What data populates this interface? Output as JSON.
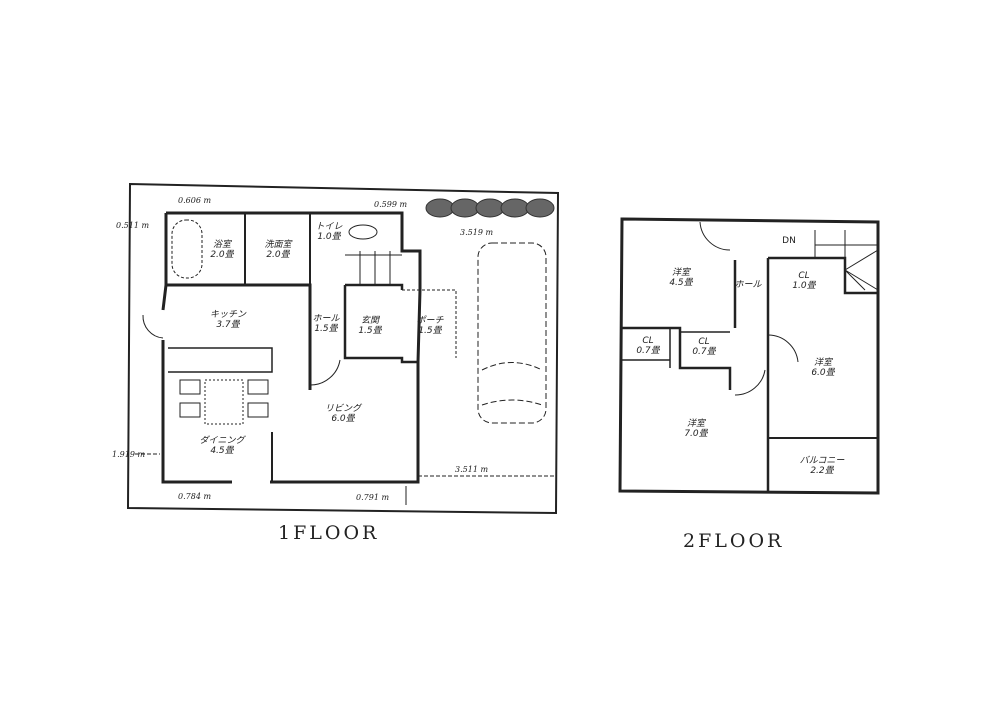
{
  "floor1": {
    "title": "1FLOOR",
    "rooms": [
      {
        "name": "浴室",
        "size": "2.0畳"
      },
      {
        "name": "洗面室",
        "size": "2.0畳"
      },
      {
        "name": "トイレ",
        "size": "1.0畳"
      },
      {
        "name": "キッチン",
        "size": "3.7畳"
      },
      {
        "name": "ホール",
        "size": "1.5畳"
      },
      {
        "name": "玄関",
        "size": "1.5畳"
      },
      {
        "name": "ポーチ",
        "size": "1.5畳"
      },
      {
        "name": "リビング",
        "size": "6.0畳"
      },
      {
        "name": "ダイニング",
        "size": "4.5畳"
      }
    ],
    "dimensions": [
      "0.606 m",
      "0.599 m",
      "0.511 m",
      "3.519 m",
      "1.919 m",
      "3.511 m",
      "0.784 m",
      "0.791 m"
    ]
  },
  "floor2": {
    "title": "2FLOOR",
    "rooms": [
      {
        "name": "洋室",
        "size": "4.5畳"
      },
      {
        "name": "CL",
        "size": "1.0畳"
      },
      {
        "name": "ホール",
        "size": ""
      },
      {
        "name": "CL",
        "size": "0.7畳"
      },
      {
        "name": "CL",
        "size": "0.7畳"
      },
      {
        "name": "洋室",
        "size": "6.0畳"
      },
      {
        "name": "洋室",
        "size": "7.0畳"
      },
      {
        "name": "バルコニー",
        "size": "2.2畳"
      }
    ],
    "stair_label": "DN"
  }
}
